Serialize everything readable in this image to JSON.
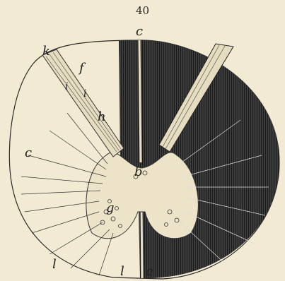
{
  "page": {
    "number": "40"
  },
  "figure": {
    "labels": {
      "a": "a",
      "b": "b",
      "c_top": "c",
      "c_left": "c",
      "f": "f",
      "g": "g",
      "h": "h",
      "i_1": "i",
      "i_2": "i",
      "k": "k",
      "l_1": "l",
      "l_2": "l"
    },
    "colors": {
      "paper": "#f2ead2",
      "ink": "#1f1f1f"
    }
  }
}
